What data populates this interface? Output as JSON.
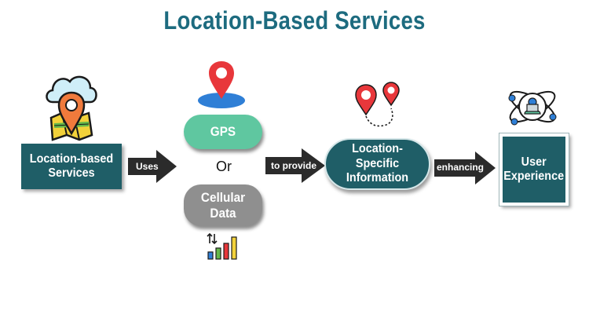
{
  "title": "Location-Based Services",
  "nodes": {
    "lbs": "Location-based Services",
    "gps": "GPS",
    "or": "Or",
    "cellular": "Cellular Data",
    "info": "Location-Specific Information",
    "ux": "User Experience"
  },
  "edges": {
    "uses": "Uses",
    "to_provide": "to provide",
    "enhancing": "enhancing"
  },
  "icons": {
    "lbs": "cloud-map-pin-icon",
    "gps": "map-pin-icon",
    "cellular": "signal-bars-icon",
    "info": "route-pins-icon",
    "ux": "user-atom-icon"
  },
  "colors": {
    "title": "#1d6b7f",
    "dark_box": "#1f5e67",
    "gps": "#5fc7a0",
    "cellular": "#8f8f8f",
    "arrow": "#2b2b2b",
    "pin": "#e8373b"
  }
}
